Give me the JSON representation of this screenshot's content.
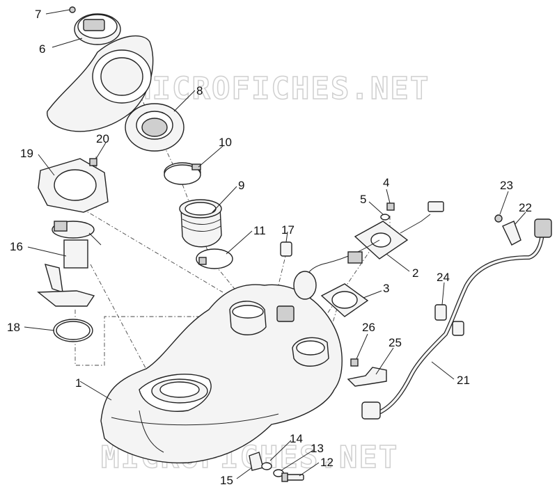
{
  "watermark": {
    "text": "MICROFICHES.NET"
  },
  "callouts": [
    "1",
    "2",
    "3",
    "4",
    "5",
    "6",
    "7",
    "8",
    "9",
    "10",
    "11",
    "12",
    "13",
    "14",
    "15",
    "16",
    "17",
    "18",
    "19",
    "20",
    "21",
    "22",
    "23",
    "24",
    "25",
    "26"
  ],
  "colors": {
    "line": "#222222",
    "fill": "#f4f4f4",
    "watermark": "#cfcfcf"
  }
}
